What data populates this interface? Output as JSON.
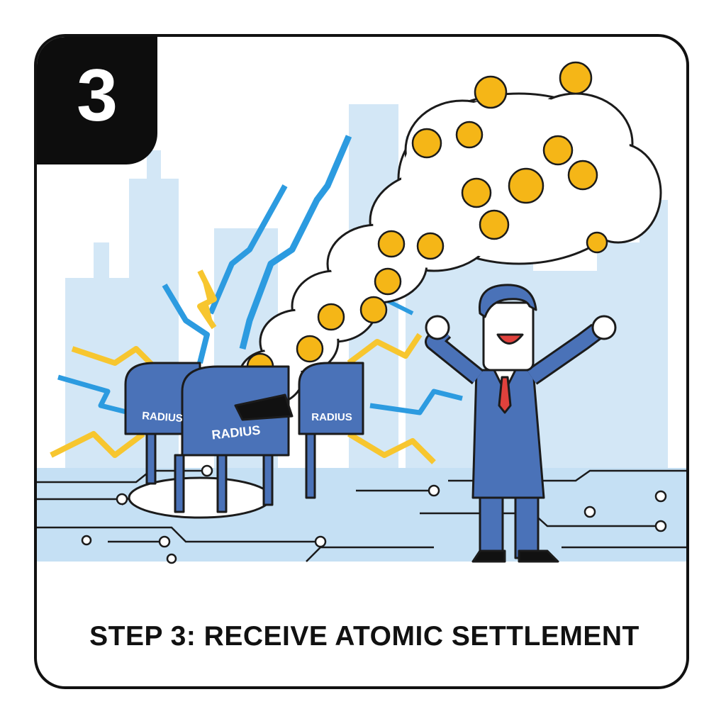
{
  "badge": {
    "number": "3"
  },
  "caption": {
    "text": "STEP 3: RECEIVE ATOMIC SETTLEMENT"
  },
  "mailboxes": [
    {
      "label": "RADIUS"
    },
    {
      "label": "RADIUS"
    },
    {
      "label": "RADIUS"
    }
  ],
  "colors": {
    "accent_blue": "#4a72b8",
    "sky_blue": "#c9e2f5",
    "coin_gold": "#f5b617",
    "lightning_yellow": "#f7c62f",
    "lightning_blue": "#2c9be0",
    "outline": "#111111"
  }
}
